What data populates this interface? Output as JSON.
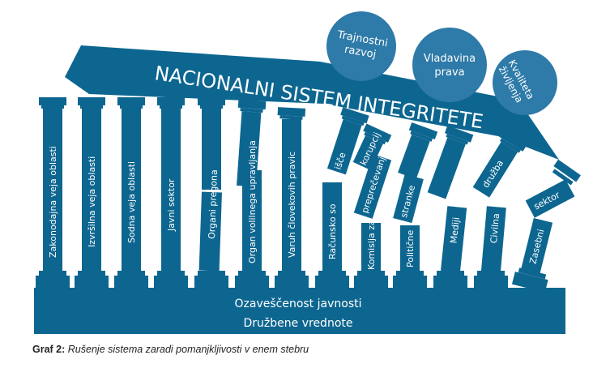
{
  "colors": {
    "primary": "#0d6690",
    "circle": "#2e7aa8"
  },
  "roof": {
    "title": "NACIONALNI SISTEM INTEGRITETE"
  },
  "circles": [
    {
      "line1": "Trajnostni",
      "line2": "razvoj"
    },
    {
      "line1": "Vladavina",
      "line2": "prava"
    },
    {
      "line1": "Kvaliteta",
      "line2": "življenja"
    }
  ],
  "pillars": [
    {
      "label": "Zakonodajna veja oblasti"
    },
    {
      "label": "Izvršilna veja oblasti"
    },
    {
      "label": "Sodna veja oblasti"
    },
    {
      "label": "Javni sektor"
    },
    {
      "label": "Organi pregona"
    },
    {
      "label": "Organ volilnega upravljanja"
    },
    {
      "label": "Varuh človekovih pravic"
    },
    {
      "parts": [
        "Računsko so",
        "išče"
      ]
    },
    {
      "parts": [
        "Komisija za",
        "preprečevanje",
        "korupcij"
      ]
    },
    {
      "parts": [
        "Politične",
        "stranke"
      ]
    },
    {
      "label": "Mediji"
    },
    {
      "parts": [
        "Civilna",
        "družba"
      ]
    },
    {
      "parts": [
        "Zasebni",
        "sektor"
      ]
    }
  ],
  "foundation": {
    "line1": "Ozaveščenost javnosti",
    "line2": "Družbene vrednote"
  },
  "caption": {
    "prefix": "Graf 2:",
    "text": "Rušenje sistema zaradi pomanjkljivosti v enem stebru"
  }
}
